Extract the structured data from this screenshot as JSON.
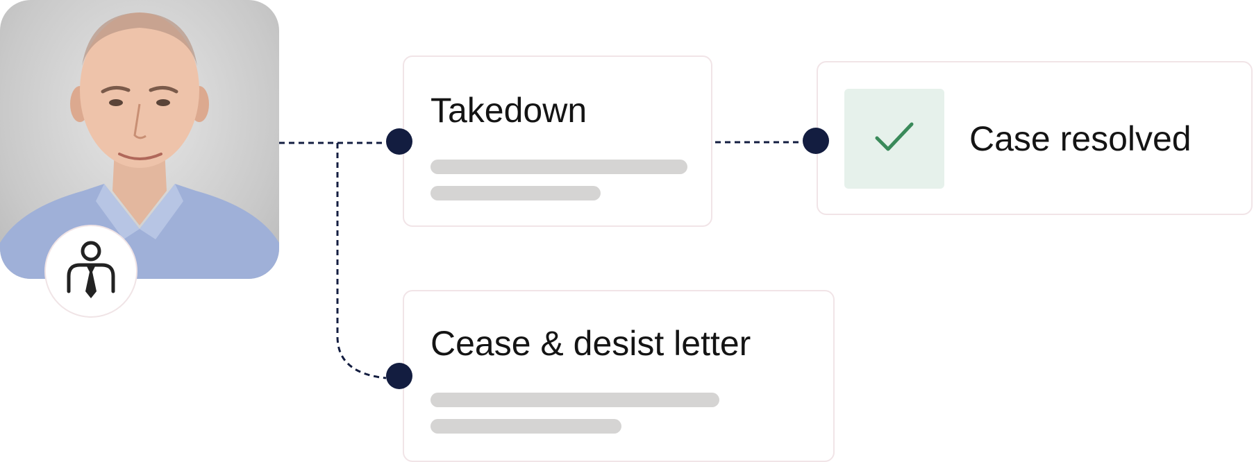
{
  "steps": {
    "takedown": {
      "title": "Takedown"
    },
    "cease": {
      "title": "Cease & desist letter"
    },
    "resolved": {
      "title": "Case resolved"
    }
  },
  "icons": {
    "badge": "person-with-tie-icon",
    "resolved": "checkmark-icon"
  },
  "colors": {
    "connector": "#131d40",
    "check": "#3a8a5a",
    "check_bg": "#e6f1eb",
    "placeholder_bar": "#d5d4d3",
    "card_border": "#f1e4e7"
  }
}
